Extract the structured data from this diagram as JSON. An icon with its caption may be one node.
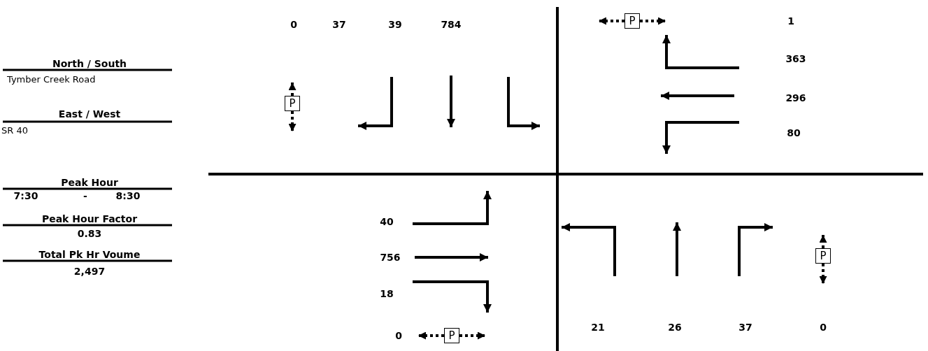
{
  "diagram": {
    "nodes": [
      {
        "text": [
          "P"
        ]
      },
      {
        "text": [
          "P"
        ]
      },
      {
        "text": [
          "P"
        ]
      },
      {
        "text": [
          "P"
        ]
      }
    ],
    "labels": [
      "North / South",
      "Tymber Creek Road",
      "East / West",
      "SR 40",
      "Peak Hour",
      "7:30",
      "-",
      "8:30",
      "Peak Hour Factor",
      "0.83",
      "Total Pk Hr Voume",
      "2,497",
      "0",
      "37",
      "39",
      "784",
      "1",
      "363",
      "296",
      "80",
      "40",
      "756",
      "18",
      "0",
      "21",
      "26",
      "37",
      "0"
    ]
  }
}
